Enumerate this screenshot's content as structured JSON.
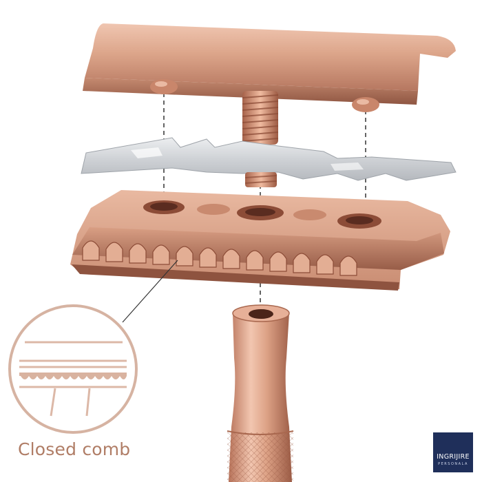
{
  "callout": {
    "caption": "Closed comb"
  },
  "logo": {
    "word": "INGRIJIRE",
    "sub": "PERSONALA",
    "icon": "lotus-icon"
  },
  "colors": {
    "rose_gold": "#d9a488",
    "rose_gold_dark": "#a9684f",
    "blade_silver": "#d3d5d8",
    "logo_navy": "#1f2f5a",
    "caption": "#b07d66"
  }
}
